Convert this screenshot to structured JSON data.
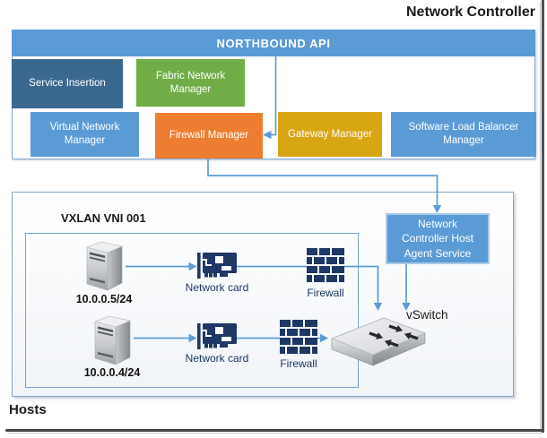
{
  "palette": {
    "accent_blue": "#5B9BD5",
    "dark_blue": "#3A688F",
    "green": "#70AD47",
    "orange": "#ED7D31",
    "gold": "#D8A513",
    "navy_icon": "#1E3765",
    "connector": "#5C9CD6",
    "box_border": "#7EA7D6",
    "label_navy": "#17375E"
  },
  "network_controller": {
    "title": "Network Controller",
    "api_label": "NORTHBOUND API",
    "modules": {
      "service_insertion": "Service Insertion",
      "fabric_network_manager": "Fabric Network Manager",
      "virtual_network_manager": "Virtual Network Manager",
      "firewall_manager": "Firewall Manager",
      "gateway_manager": "Gateway Manager",
      "slb_manager": "Software Load Balancer Manager"
    }
  },
  "hosts": {
    "label": "Hosts",
    "vxlan_label": "VXLAN VNI 001",
    "agent_service": "Network Controller Host Agent Service",
    "vswitch_label": "vSwitch",
    "servers": [
      {
        "ip": "10.0.0.5/24",
        "nic_label": "Network card",
        "firewall_label": "Firewall"
      },
      {
        "ip": "10.0.0.4/24",
        "nic_label": "Network card",
        "firewall_label": "Firewall"
      }
    ]
  }
}
